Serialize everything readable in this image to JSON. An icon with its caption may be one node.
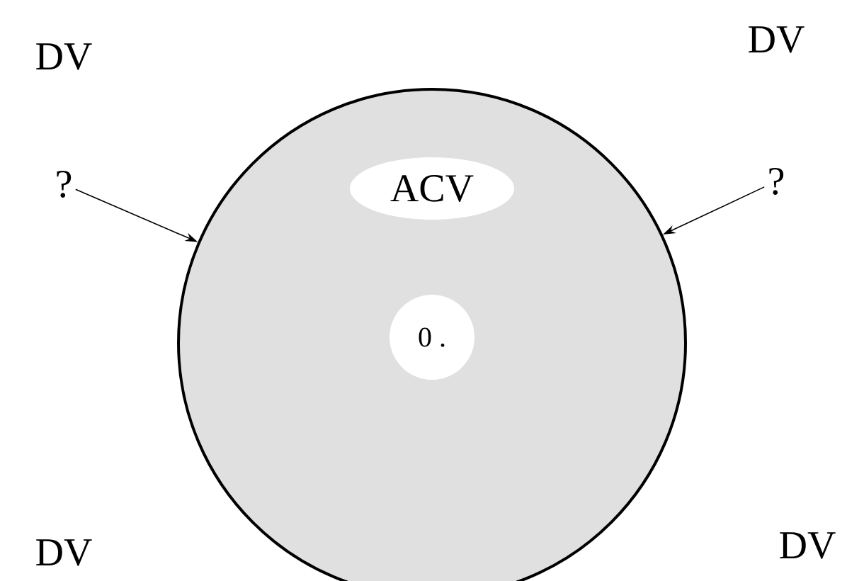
{
  "diagram": {
    "nodes": [
      {
        "text": [],
        "shape": "circle"
      },
      {
        "text": [
          "ACV"
        ],
        "in": 0
      },
      {
        "text": [
          "0 ."
        ],
        "in": 0
      },
      {
        "text": [
          "?"
        ]
      },
      {
        "text": [
          "?"
        ]
      }
    ],
    "edges": [
      {
        "from": 3,
        "to": 0,
        "arrow": "to"
      },
      {
        "from": 4,
        "to": 0,
        "arrow": "to"
      }
    ],
    "labels": [
      "DV",
      "DV",
      "DV",
      "DV"
    ]
  }
}
